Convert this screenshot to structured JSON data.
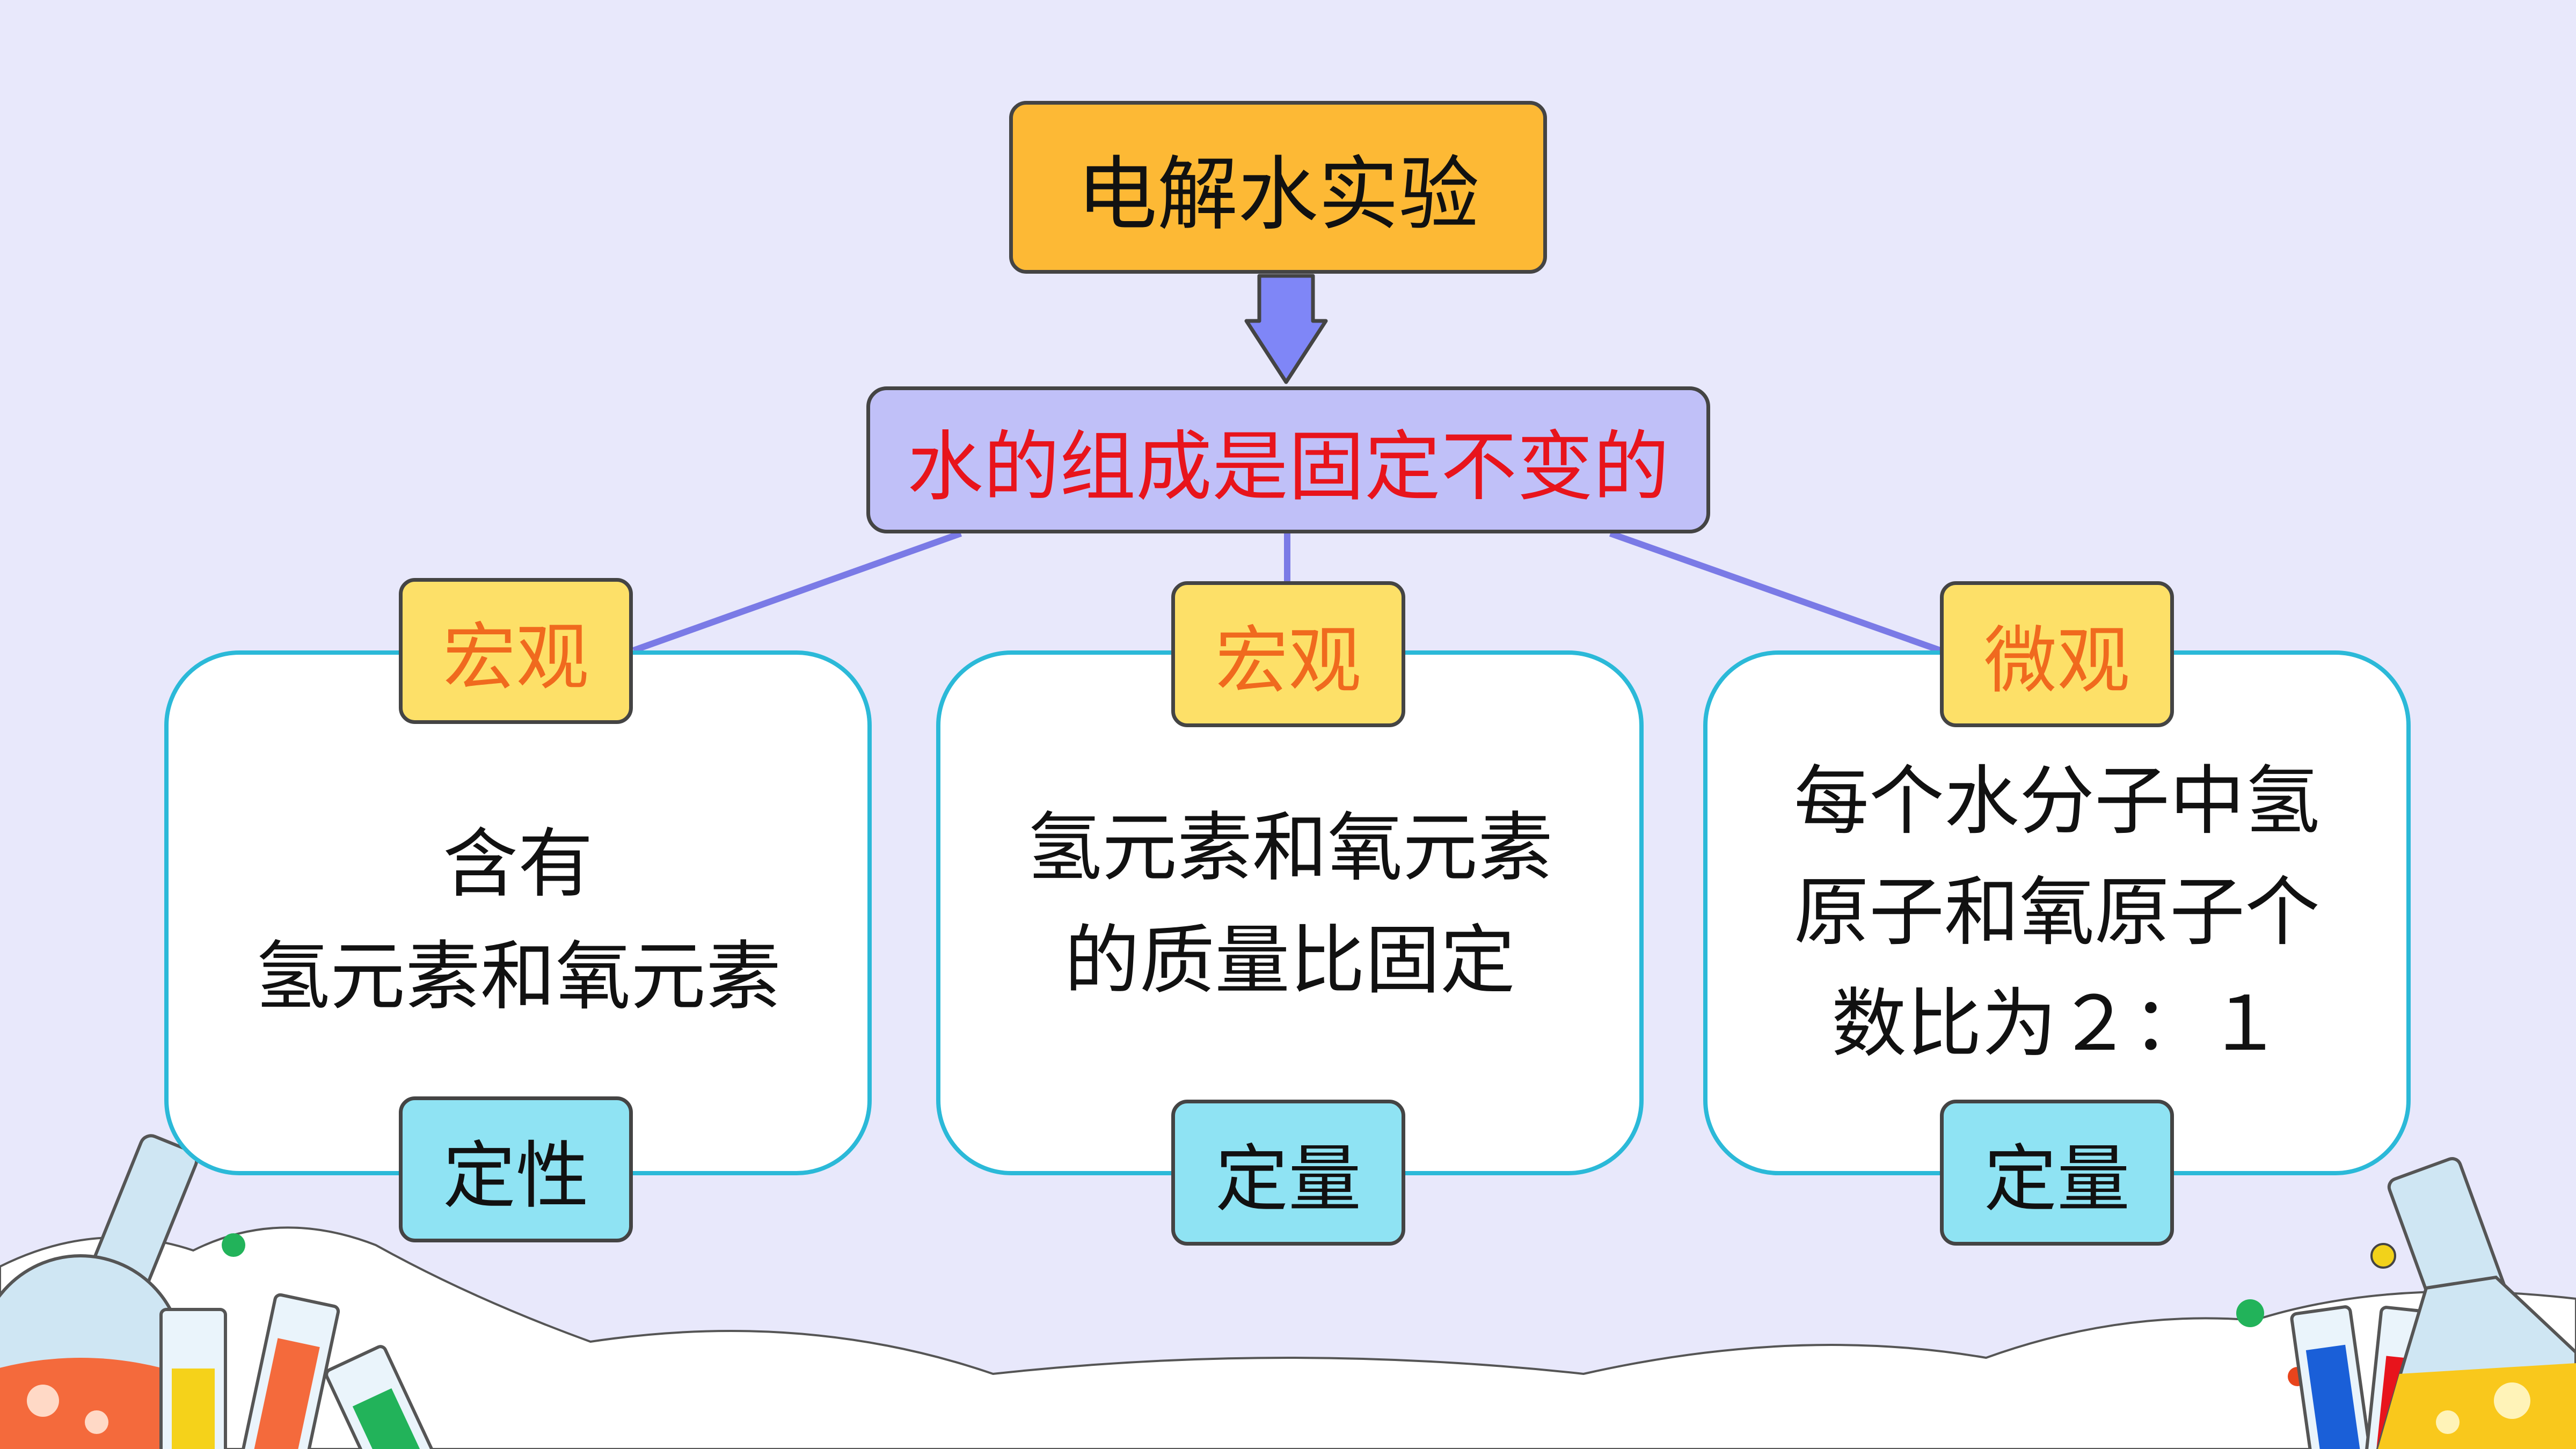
{
  "diagram": {
    "root": "电解水实验",
    "conclusion": "水的组成是固定不变的",
    "branches": [
      {
        "top_tag": "宏观",
        "lines": [
          "含有",
          "氢元素和氧元素"
        ],
        "bottom_tag": "定性"
      },
      {
        "top_tag": "宏观",
        "lines": [
          "氢元素和氧元素",
          "的质量比固定"
        ],
        "bottom_tag": "定量"
      },
      {
        "top_tag": "微观",
        "lines": [
          "每个水分子中氢",
          "原子和氧原子个",
          "数比为２：１"
        ],
        "bottom_tag": "定量"
      }
    ]
  },
  "colors": {
    "background": "#e8e8fb",
    "root_fill": "#fdb935",
    "conclusion_fill": "#c0c0f8",
    "conclusion_text": "#e8141c",
    "card_border": "#2bb9d8",
    "top_tag_fill": "#fde068",
    "top_tag_text": "#f06a1e",
    "bottom_tag_fill": "#8fe3f3",
    "connector": "#7a7ae6",
    "arrow": "#7f86f7"
  }
}
